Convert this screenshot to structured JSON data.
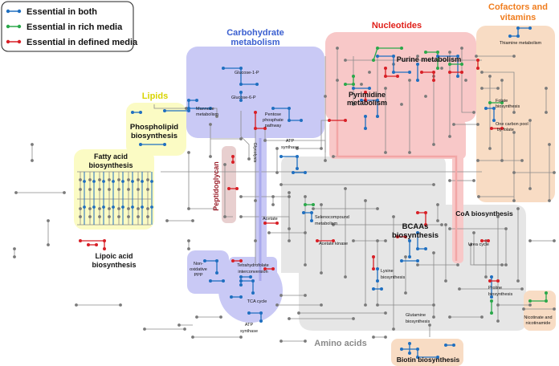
{
  "legend": {
    "items": [
      {
        "label": "Essential in both",
        "color": "#1f6fc0"
      },
      {
        "label": "Essential in rich media",
        "color": "#2aa84a"
      },
      {
        "label": "Essential in defined media",
        "color": "#d81f26"
      }
    ]
  },
  "colors": {
    "carbohydrate_fill": "#c9c9f5",
    "nucleotides_fill": "#f8c8c8",
    "lipids_fill": "#fbfbc4",
    "cofactors_fill": "#f8dcc4",
    "amino_fill": "#e6e6e6",
    "peptidoglycan_fill": "#e8cfcf",
    "line": "#8a8a8a",
    "node": "#7a7a7a",
    "essential_both": "#1f6fc0",
    "essential_rich": "#2aa84a",
    "essential_defined": "#d81f26"
  },
  "regions": {
    "carbohydrate": {
      "title_line1": "Carbohydrate",
      "title_line2": "metabolism",
      "color": "#3a5fd0"
    },
    "nucleotides": {
      "title": "Nucleotides",
      "color": "#e0201a"
    },
    "lipids": {
      "title": "Lipids",
      "color": "#d8d400"
    },
    "cofactors": {
      "title_line1": "Cofactors and",
      "title_line2": "vitamins",
      "color": "#f07d1e"
    },
    "amino_acids": {
      "title": "Amino acids",
      "color": "#8a8a8a"
    },
    "peptidoglycan": {
      "title": "Peptidoglycan",
      "color": "#9a1f2a"
    }
  },
  "labels": {
    "phospholipid_1": "Phospholipid",
    "phospholipid_2": "biosynthesis",
    "fatty_acid_1": "Fatty acid",
    "fatty_acid_2": "biosynthesis",
    "lipoic_acid_1": "Lipoic acid",
    "lipoic_acid_2": "biosynthesis",
    "purine": "Purine metabolism",
    "pyrimidine_1": "Pyrimidine",
    "pyrimidine_2": "metabolism",
    "thiamine": "Thiamine metabolism",
    "folate_1": "Folate",
    "folate_2": "biosynthesis",
    "one_carbon_1": "One carbon pool",
    "one_carbon_2": "by folate",
    "coa": "CoA biosynthesis",
    "glucose_1p": "Glucose-1-P",
    "glucose_6p": "Glucose-6-P",
    "mannose_1": "Mannose",
    "mannose_2": "metabolism",
    "pentose_1": "Pentose",
    "pentose_2": "phosphate",
    "pentose_3": "pathway",
    "glycolysis": "Glycolysis",
    "atp_synthase_1": "ATP",
    "atp_synthase_2": "synthase",
    "acetate": "Acetate",
    "selenocompound_1": "Selenocompound",
    "selenocompound_2": "metabolism",
    "acetate_kinase": "Acetate kinase",
    "bcaa_1": "BCAAs",
    "bcaa_2": "biosynthesis",
    "urea_cycle": "Urea cycle",
    "lysine_1": "Lysine",
    "lysine_2": "biosynthesis",
    "proline_1": "Proline",
    "proline_2": "biosynthesis",
    "glutamine_1": "Glutamine",
    "glutamine_2": "biosynthesis",
    "non_ox_1": "Non-",
    "non_ox_2": "oxidative",
    "non_ox_3": "PPP",
    "thf_1": "Tetrahydrofolate",
    "thf_2": "interconversion",
    "tca": "TCA cycle",
    "atp_synthase2_1": "ATP",
    "atp_synthase2_2": "synthase",
    "nicotinate_1": "Nicotinate and",
    "nicotinate_2": "nicotinamide",
    "biotin": "Biotin biosynthesis"
  }
}
